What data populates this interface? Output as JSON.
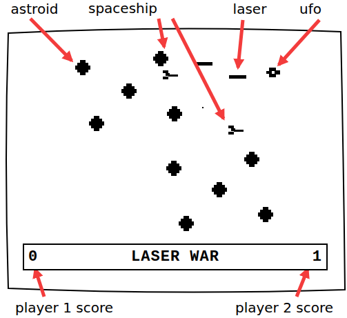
{
  "diagram": {
    "nodes": [
      {
        "text": [
          "0",
          "LASER WAR",
          "1"
        ]
      }
    ],
    "labels": [
      "astroid",
      "spaceship",
      "laser",
      "ufo",
      "player 1 score",
      "player 2 score"
    ]
  }
}
